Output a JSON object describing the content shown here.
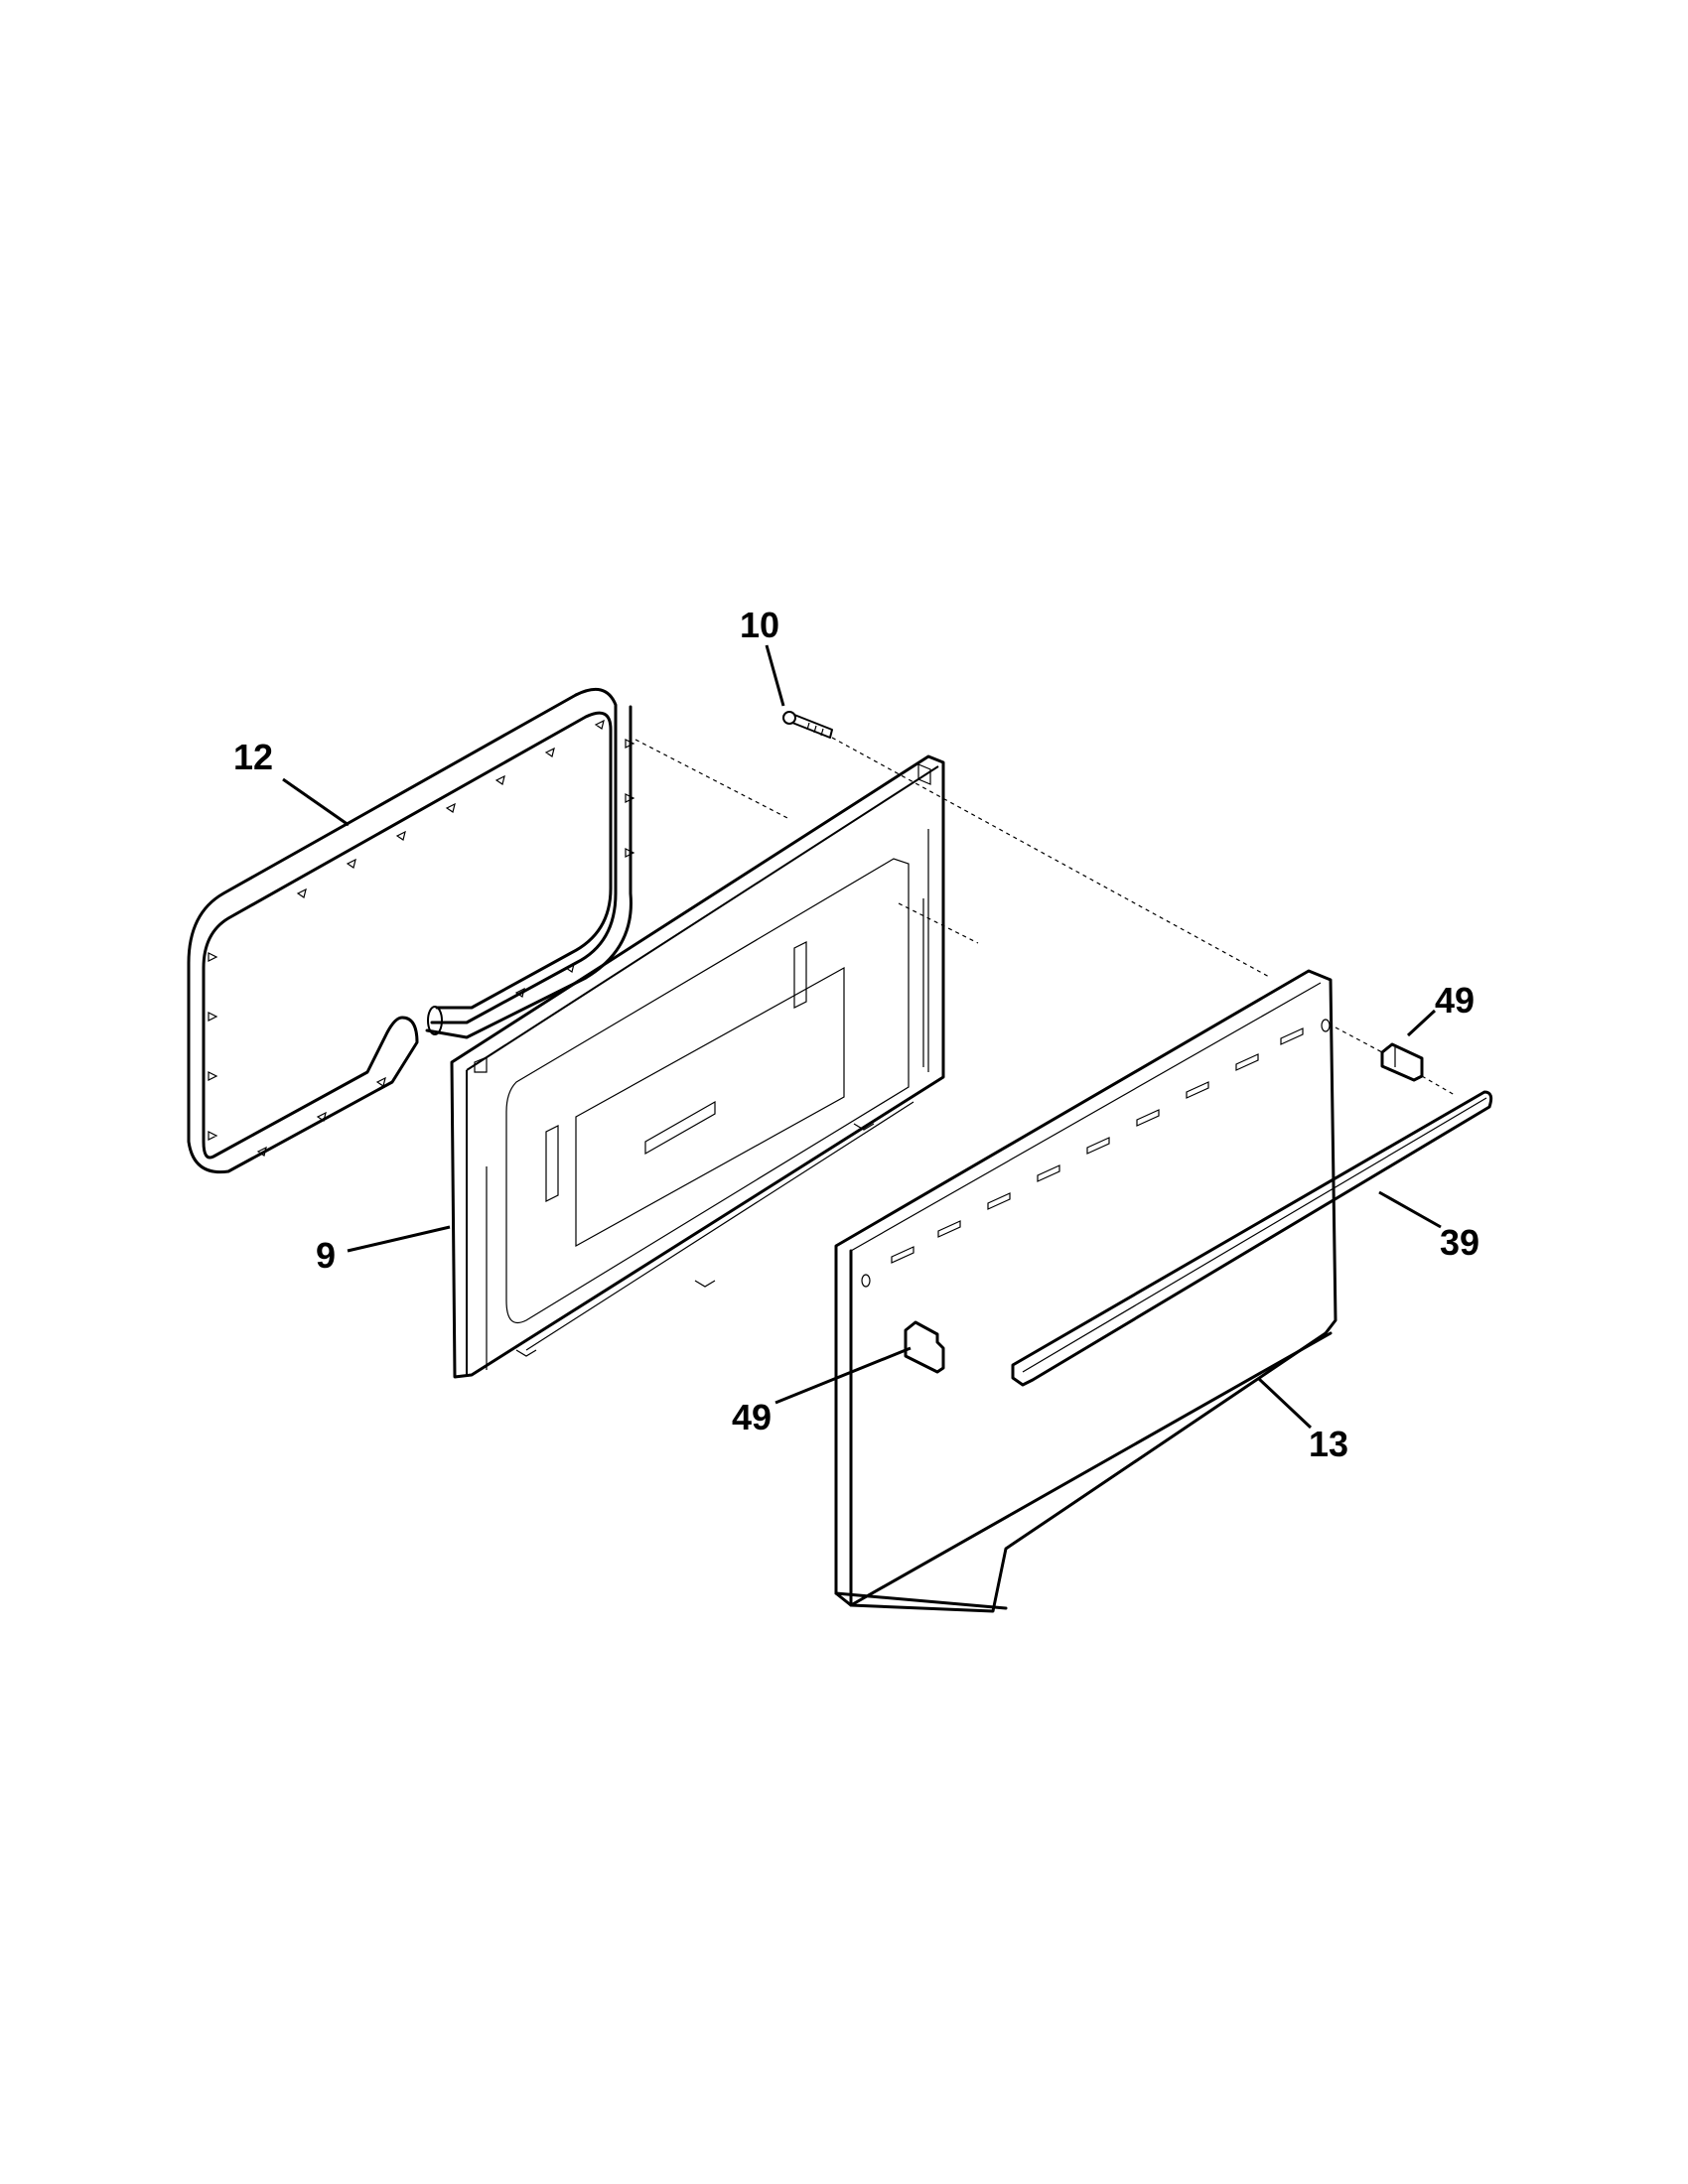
{
  "diagram": {
    "type": "exploded-parts-diagram",
    "subject": "oven door assembly",
    "callouts": [
      {
        "id": "c12",
        "label": "12",
        "part": "door-gasket"
      },
      {
        "id": "c10",
        "label": "10",
        "part": "screw"
      },
      {
        "id": "c9",
        "label": "9",
        "part": "inner-door-liner"
      },
      {
        "id": "c49a",
        "label": "49",
        "part": "handle-bracket-right"
      },
      {
        "id": "c39",
        "label": "39",
        "part": "door-handle"
      },
      {
        "id": "c49b",
        "label": "49",
        "part": "handle-bracket-left"
      },
      {
        "id": "c13",
        "label": "13",
        "part": "outer-door-panel"
      }
    ]
  }
}
